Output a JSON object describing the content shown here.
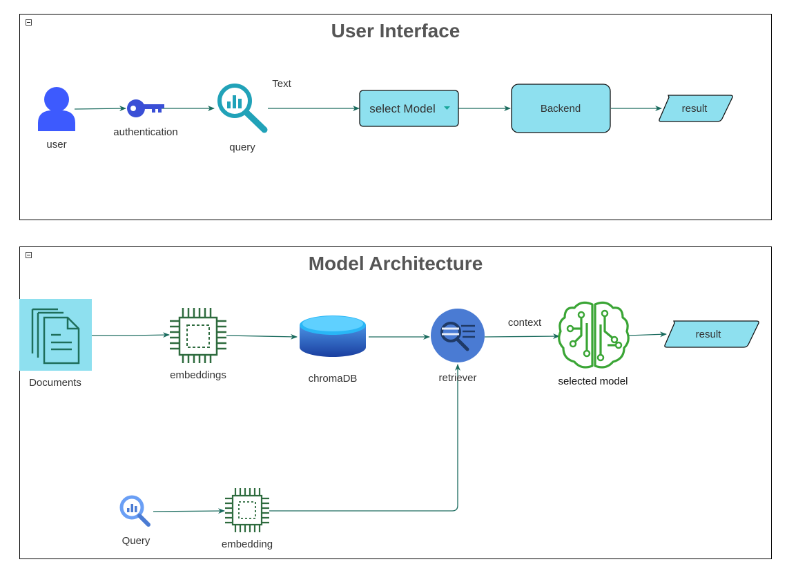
{
  "panels": {
    "ui": {
      "title": "User Interface"
    },
    "model": {
      "title": "Model Architecture"
    }
  },
  "ui_nodes": {
    "user": {
      "label": "user",
      "icon": "user-icon"
    },
    "authentication": {
      "label": "authentication",
      "icon": "key-icon"
    },
    "query": {
      "label": "query",
      "icon": "search-analytics-icon"
    },
    "edge_text": "Text",
    "select_model": {
      "label": "select Model",
      "icon": "dropdown-caret-icon"
    },
    "backend": {
      "label": "Backend"
    },
    "result": {
      "label": "result"
    }
  },
  "model_nodes": {
    "documents": {
      "label": "Documents",
      "icon": "documents-icon"
    },
    "embeddings": {
      "label": "embeddings",
      "icon": "chip-icon"
    },
    "chromadb": {
      "label": "chromaDB",
      "icon": "database-icon"
    },
    "retriever": {
      "label": "retriever",
      "icon": "retriever-icon"
    },
    "edge_context": "context",
    "selected_model": {
      "label": "selected model",
      "icon": "brain-circuit-icon"
    },
    "result": {
      "label": "result"
    },
    "query": {
      "label": "Query",
      "icon": "search-analytics-icon"
    },
    "embedding": {
      "label": "embedding",
      "icon": "chip-icon"
    }
  },
  "colors": {
    "edge": "#1a6b5e",
    "node_fill": "#8ee0ef",
    "user_blue": "#3d5afe",
    "search_teal": "#21a2b8",
    "chip_green": "#2e6b3e",
    "brain_green": "#3aa535"
  }
}
